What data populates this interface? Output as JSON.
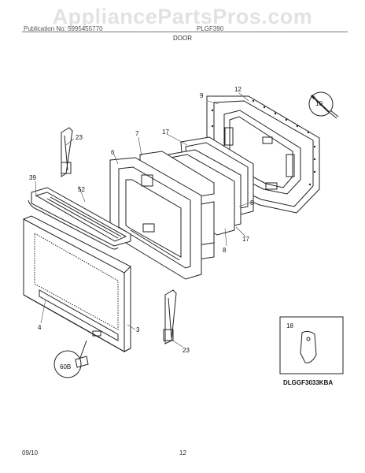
{
  "watermark": "AppliancePartsPros.com",
  "header": {
    "publication": "Publication No: 5995455770",
    "model": "PLGF390",
    "section": "DOOR"
  },
  "footer": {
    "date": "09/10",
    "page": "12"
  },
  "callouts": {
    "c3": "3",
    "c4": "4",
    "c6": "6",
    "c7": "7",
    "c8a": "8",
    "c8b": "8",
    "c9": "9",
    "c10": "10",
    "c12": "12",
    "c17a": "17",
    "c17b": "17",
    "c18": "18",
    "c23a": "23",
    "c23b": "23",
    "c39": "39",
    "c52": "52",
    "c60b": "60B"
  },
  "kit_label": "DLGGF3033KBA",
  "colors": {
    "line": "#222222",
    "watermark": "#bebebe"
  }
}
